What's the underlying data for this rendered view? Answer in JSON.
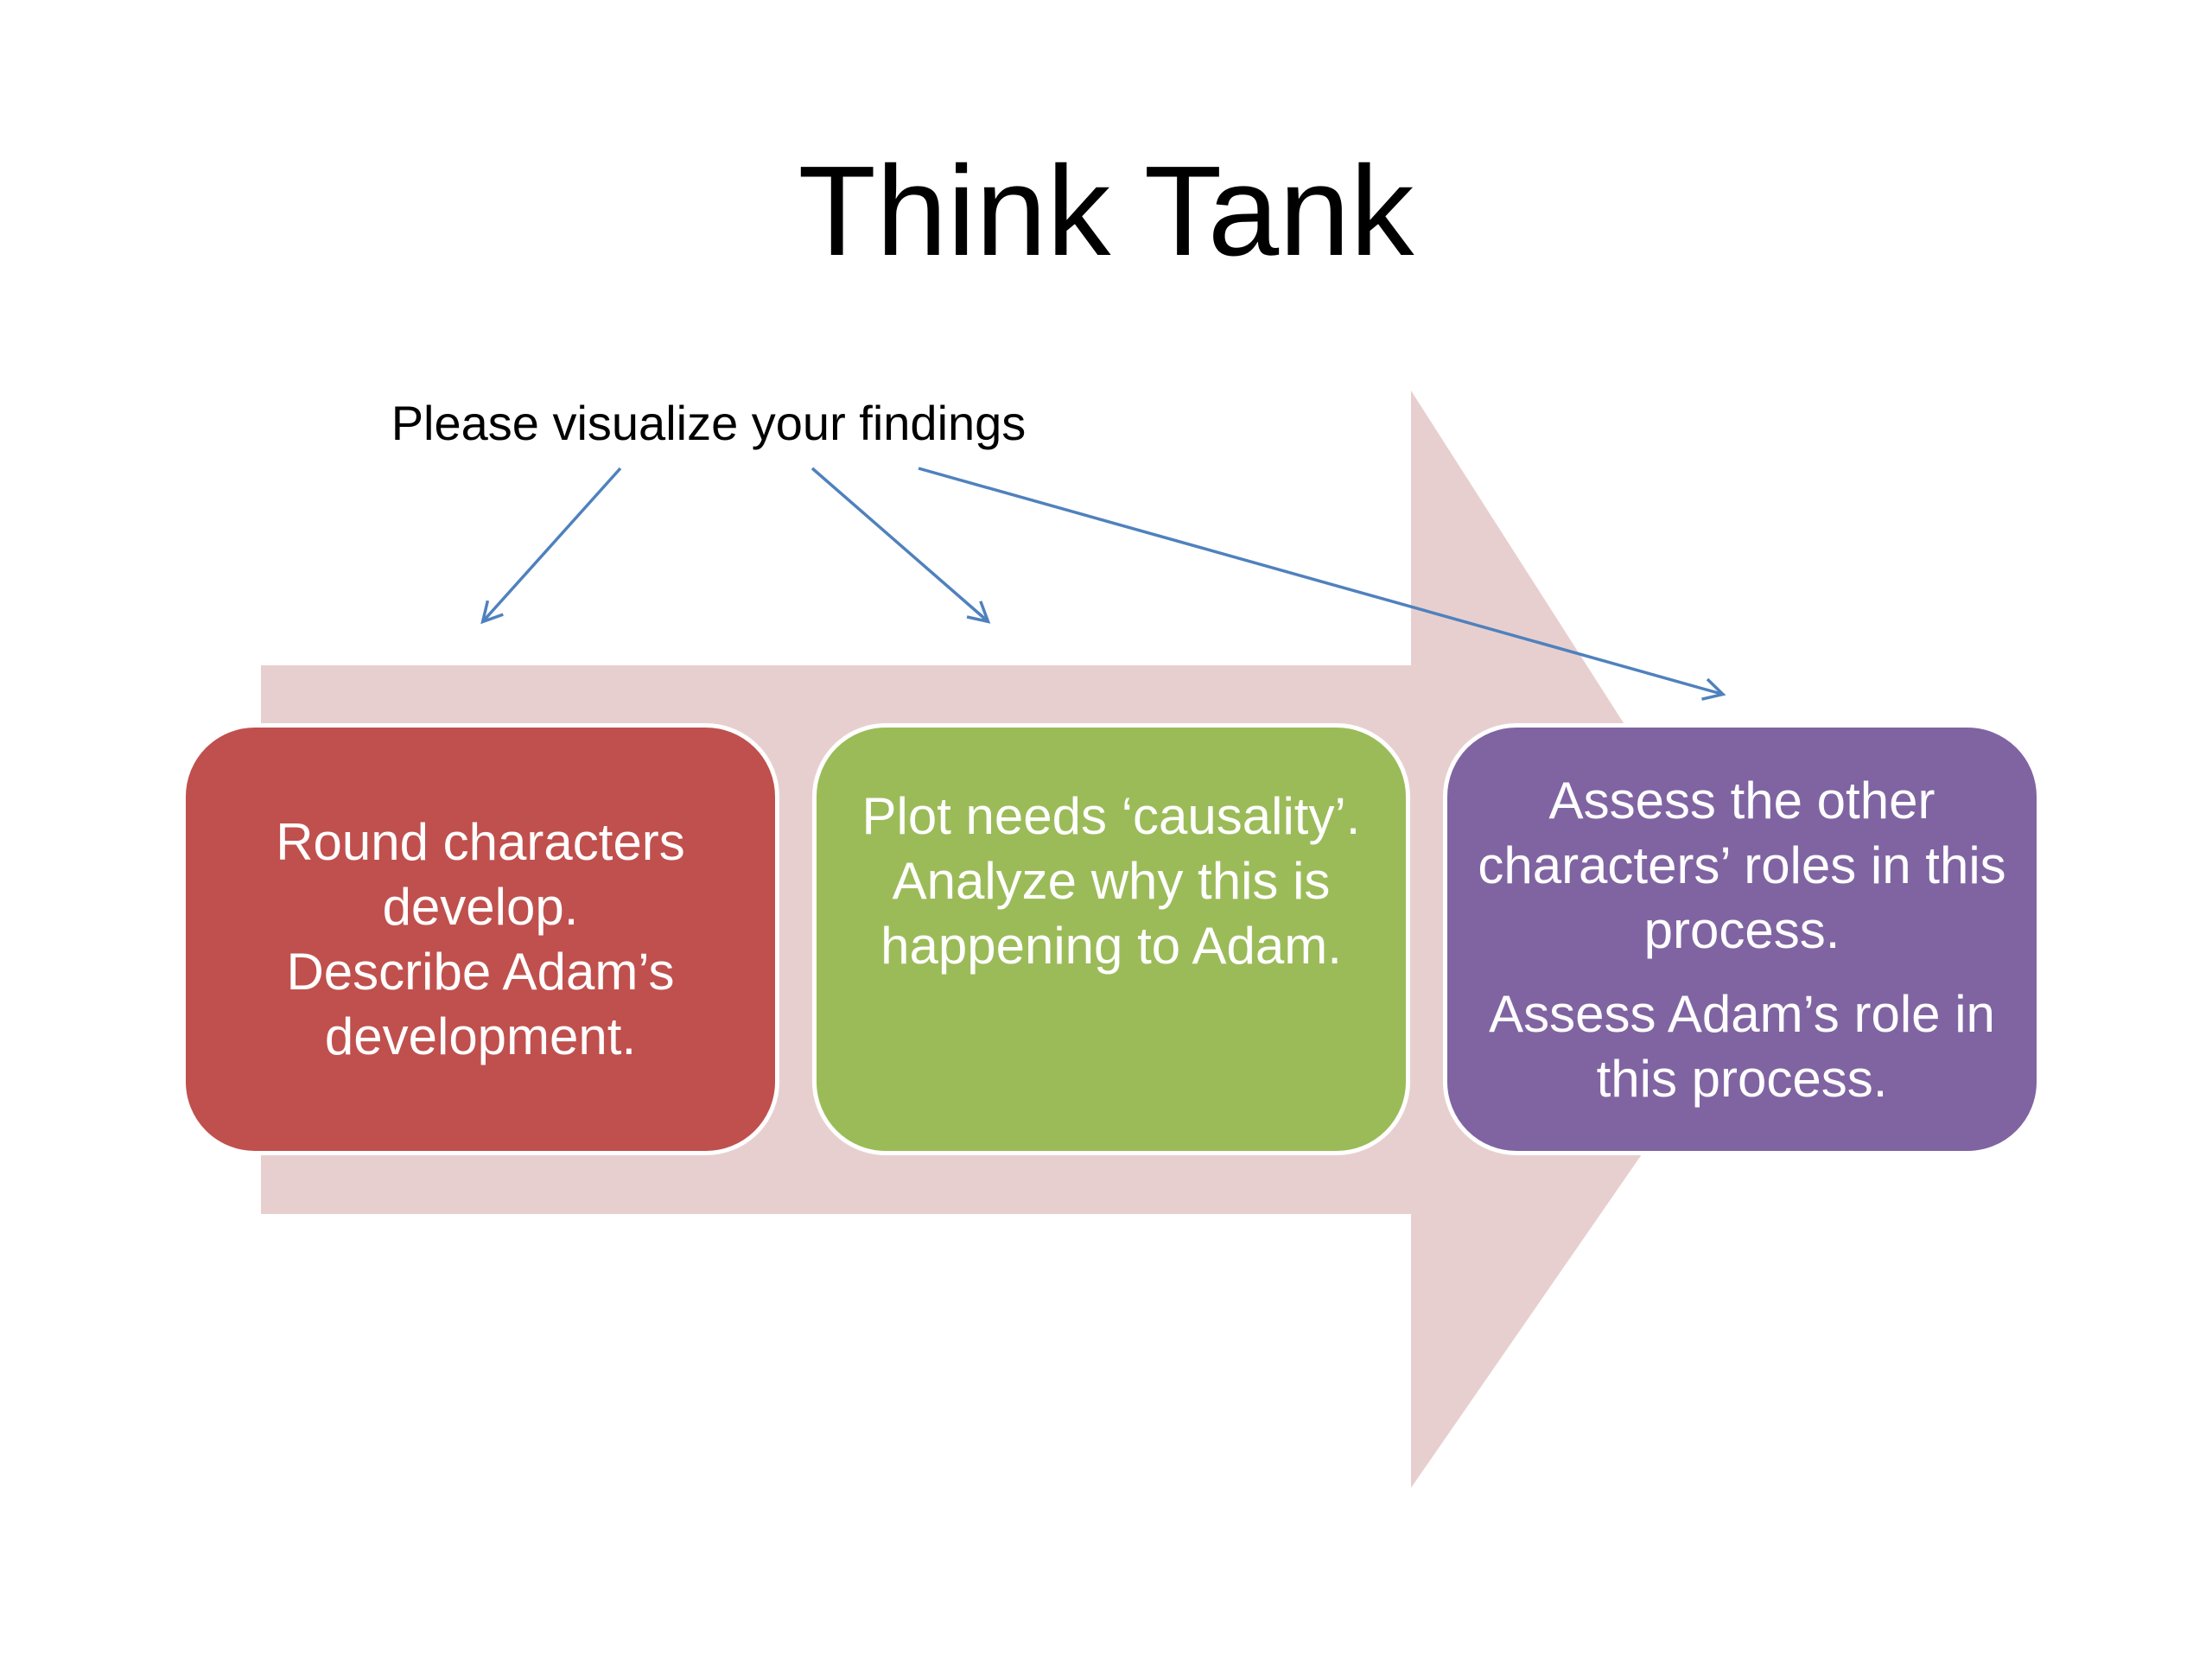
{
  "title": "Think Tank",
  "subtitle": "Please visualize your findings",
  "colors": {
    "arrow": "#e8cfcf",
    "step_1": "#c0504d",
    "step_2": "#9bbb59",
    "step_3": "#8064a2",
    "connector": "#4f81bd"
  },
  "steps": [
    {
      "lines": [
        "Round characters",
        "develop.",
        "Describe Adam’s",
        "development."
      ]
    },
    {
      "lines": [
        "Plot needs ‘causality’.",
        "Analyze why this is",
        "happening to Adam."
      ]
    },
    {
      "paragraphs": [
        [
          "Assess the other",
          "characters’ roles in this",
          "process."
        ],
        [
          "Assess Adam’s role in",
          "this process."
        ]
      ]
    }
  ]
}
